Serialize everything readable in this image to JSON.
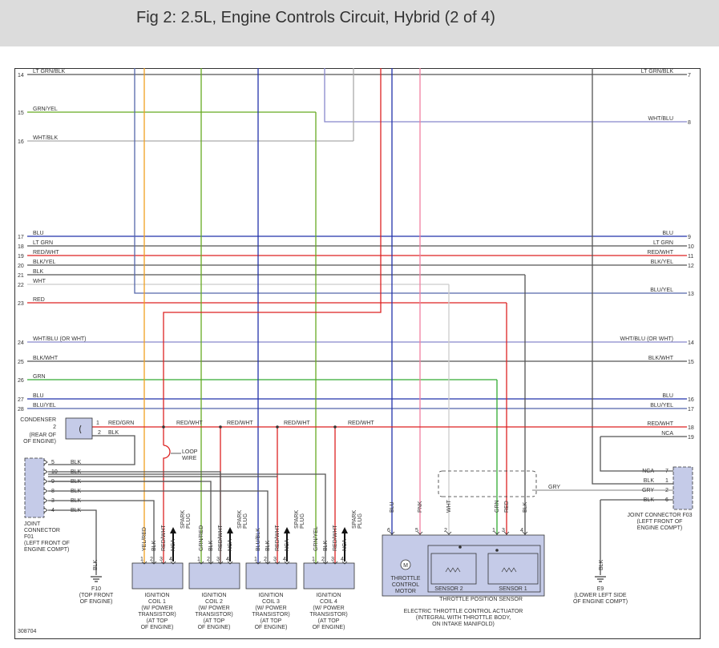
{
  "title": "Fig 2: 2.5L, Engine Controls Circuit, Hybrid (2 of 4)",
  "figure_id": "308704",
  "colors": {
    "LT GRN": "#55bb33",
    "LT GRN/BLK": "#55bb33",
    "GRN/YEL": "#66aa22",
    "GRN": "#33aa33",
    "GRN/RED": "#66aa22",
    "WHT/BLK": "#aaaaaa",
    "WHT/BLU": "#8888cc",
    "WHT": "#cccccc",
    "BLU": "#2233aa",
    "BLU/BLK": "#2233aa",
    "BLU/YEL": "#5566aa",
    "RED": "#dd2222",
    "RED/WHT": "#dd2222",
    "RED/GRN": "#dd2222",
    "BLK": "#555555",
    "BLK/YEL": "#555555",
    "BLK/WHT": "#555555",
    "YEL": "#f0a020",
    "YEL/RED": "#f0a020",
    "PNK": "#f080a0",
    "GRY": "#999999",
    "NCA": "#555555"
  },
  "left_wires": [
    {
      "pin": "14",
      "label": "LT GRN/BLK"
    },
    {
      "pin": "15",
      "label": "GRN/YEL"
    },
    {
      "pin": "16",
      "label": "WHT/BLK"
    },
    {
      "pin": "17",
      "label": "BLU"
    },
    {
      "pin": "18",
      "label": "LT GRN"
    },
    {
      "pin": "19",
      "label": "RED/WHT"
    },
    {
      "pin": "20",
      "label": "BLK/YEL"
    },
    {
      "pin": "21",
      "label": "BLK"
    },
    {
      "pin": "22",
      "label": "WHT"
    },
    {
      "pin": "23",
      "label": "RED"
    },
    {
      "pin": "24",
      "label": "WHT/BLU    (OR WHT)"
    },
    {
      "pin": "25",
      "label": "BLK/WHT"
    },
    {
      "pin": "26",
      "label": "GRN"
    },
    {
      "pin": "27",
      "label": "BLU"
    },
    {
      "pin": "28",
      "label": "BLU/YEL"
    }
  ],
  "right_wires": [
    {
      "pin": "7",
      "label": "LT GRN/BLK"
    },
    {
      "pin": "8",
      "label": "WHT/BLU"
    },
    {
      "pin": "9",
      "label": "BLU"
    },
    {
      "pin": "10",
      "label": "LT GRN"
    },
    {
      "pin": "11",
      "label": "RED/WHT"
    },
    {
      "pin": "12",
      "label": "BLK/YEL"
    },
    {
      "pin": "13",
      "label": "BLU/YEL"
    },
    {
      "pin": "14",
      "label": "WHT/BLU    (OR WHT)"
    },
    {
      "pin": "15",
      "label": "BLK/WHT"
    },
    {
      "pin": "16",
      "label": "BLU"
    },
    {
      "pin": "17",
      "label": "BLU/YEL"
    },
    {
      "pin": "18",
      "label": "RED/WHT"
    },
    {
      "pin": "19",
      "label": "NCA"
    }
  ],
  "condenser": {
    "title": "CONDENSER",
    "pin_label": "2",
    "location": [
      "(REAR OF",
      "OF ENGINE)"
    ],
    "pins": [
      {
        "num": "1",
        "label": "RED/GRN"
      },
      {
        "num": "2",
        "label": "BLK"
      }
    ]
  },
  "red_wht_bus": [
    "RED/WHT",
    "RED/WHT",
    "RED/WHT",
    "RED/WHT"
  ],
  "loop_wire": [
    "LOOP",
    "WIRE"
  ],
  "joint_f01": {
    "pins": [
      {
        "num": "5",
        "label": "BLK"
      },
      {
        "num": "10",
        "label": "BLK"
      },
      {
        "num": "9",
        "label": "BLK"
      },
      {
        "num": "8",
        "label": "BLK"
      },
      {
        "num": "3",
        "label": "BLK"
      },
      {
        "num": "4",
        "label": "BLK"
      }
    ],
    "caption": [
      "JOINT",
      "CONNECTOR",
      "F01",
      "(LEFT FRONT OF",
      "ENGINE COMPT)"
    ]
  },
  "ground_f10": {
    "wire": "BLK",
    "caption": [
      "F10",
      "(TOP FRONT",
      "OF ENGINE)"
    ]
  },
  "coils": [
    {
      "wires": [
        "YEL/RED",
        "BLK",
        "RED/WHT",
        "NCA"
      ],
      "arrow": [
        "SPARK",
        "PLUG"
      ],
      "caption": [
        "IGNITION",
        "COIL 1",
        "(W/ POWER",
        "TRANSISTOR)",
        "(AT TOP",
        "OF ENGINE)"
      ]
    },
    {
      "wires": [
        "GRN/RED",
        "BLK",
        "RED/WHT",
        "NCA"
      ],
      "arrow": [
        "SPARK",
        "PLUG"
      ],
      "caption": [
        "IGNITION",
        "COIL 2",
        "(W/ POWER",
        "TRANSISTOR)",
        "(AT TOP",
        "OF ENGINE)"
      ]
    },
    {
      "wires": [
        "BLU/BLK",
        "BLK",
        "RED/WHT",
        "NCA"
      ],
      "arrow": [
        "SPARK",
        "PLUG"
      ],
      "caption": [
        "IGNITION",
        "COIL 3",
        "(W/ POWER",
        "TRANSISTOR)",
        "(AT TOP",
        "OF ENGINE)"
      ]
    },
    {
      "wires": [
        "GRN/YEL",
        "BLK",
        "RED/WHT",
        "NCA"
      ],
      "arrow": [
        "SPARK",
        "PLUG"
      ],
      "caption": [
        "IGNITION",
        "COIL 4",
        "(W/ POWER",
        "TRANSISTOR)",
        "(AT TOP",
        "OF ENGINE)"
      ]
    }
  ],
  "coil_pin_numbers": [
    "1",
    "2",
    "3",
    "4"
  ],
  "throttle": {
    "wires": [
      {
        "label": "BLU",
        "pin": "6"
      },
      {
        "label": "PNK",
        "pin": "5"
      },
      {
        "label": "WHT",
        "pin": "2"
      },
      {
        "label": "GRN",
        "pin": "1"
      },
      {
        "label": "RED",
        "pin": "3"
      },
      {
        "label": "BLK",
        "pin": "4"
      }
    ],
    "motor_symbol": "M",
    "motor_label": [
      "THROTTLE",
      "CONTROL",
      "MOTOR"
    ],
    "sensor2": "SENSOR 2",
    "sensor1": "SENSOR 1",
    "tps_label": "THROTTLE POSITION SENSOR",
    "caption": [
      "ELECTRIC THROTTLE CONTROL ACTUATOR",
      "(INTEGRAL WITH THROTTLE BODY,",
      "ON INTAKE MANIFOLD)"
    ]
  },
  "gry_wire": "GRY",
  "joint_f03": {
    "pins": [
      {
        "label": "NCA",
        "num": "7"
      },
      {
        "label": "BLK",
        "num": "1"
      },
      {
        "label": "GRY",
        "num": "2"
      },
      {
        "label": "BLK",
        "num": "6"
      }
    ],
    "caption": [
      "JOINT CONNECTOR F03",
      "(LEFT FRONT OF",
      "ENGINE COMPT)"
    ]
  },
  "ground_e9": {
    "wire": "BLK",
    "caption": [
      "E9",
      "(LOWER LEFT SIDE",
      "OF ENGINE COMPT)"
    ]
  }
}
